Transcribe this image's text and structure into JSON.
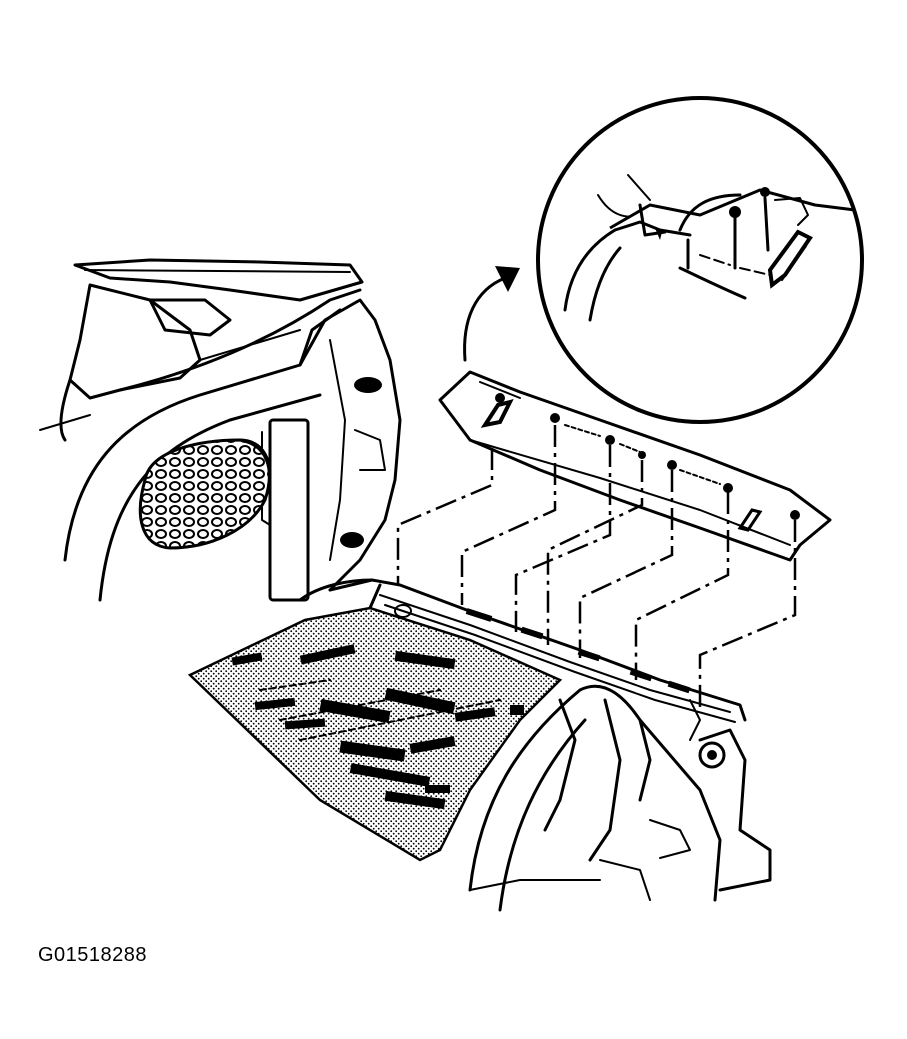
{
  "figure": {
    "id_label": "G01518288"
  },
  "illustration": {
    "subject": "rear-compartment-panel-fastener-diagram",
    "fastener_count": 7,
    "has_detail_inset": true
  }
}
